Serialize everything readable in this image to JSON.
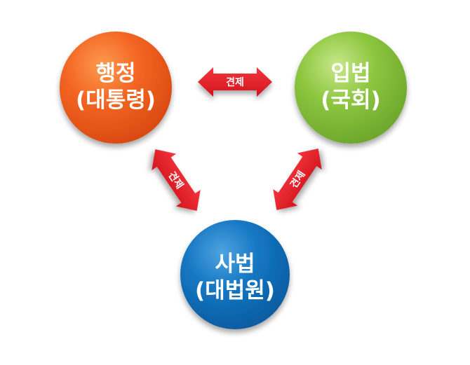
{
  "nodes": {
    "executive": {
      "line1": "행정",
      "line2": "(대통령)",
      "color": "#F26522"
    },
    "legislative": {
      "line1": "입법",
      "line2": "(국회)",
      "color": "#8DC63F"
    },
    "judicial": {
      "line1": "사법",
      "line2": "(대법원)",
      "color": "#0072BC"
    }
  },
  "relations": {
    "executive_legislative": "견제",
    "executive_judicial": "견제",
    "legislative_judicial": "견제",
    "arrow_color": "#E8202A"
  }
}
